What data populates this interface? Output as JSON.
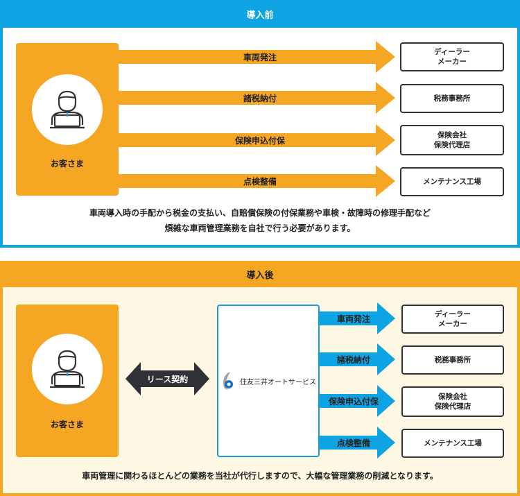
{
  "before": {
    "header": "導入前",
    "customer_label": "お客さま",
    "arrows": [
      "車両発注",
      "諸税納付",
      "保険申込付保",
      "点検整備"
    ],
    "targets": [
      "ディーラー\nメーカー",
      "税務事務所",
      "保険会社\n保険代理店",
      "メンテナンス工場"
    ],
    "note_line1": "車両導入時の手配から税金の支払い、自賠償保険の付保業務や車検・故障時の修理手配など",
    "note_line2": "煩雑な車両管理業務を自社で行う必要があります。"
  },
  "after": {
    "header": "導入後",
    "customer_label": "お客さま",
    "lease_label": "リース契約",
    "company_name": "住友三井オートサービス",
    "arrows": [
      "車両発注",
      "諸税納付",
      "保険申込付保",
      "点検整備"
    ],
    "targets": [
      "ディーラー\nメーカー",
      "税務事務所",
      "保険会社\n保険代理店",
      "メンテナンス工場"
    ],
    "note": "車両管理に関わるほとんどの業務を当社が代行しますので、大幅な管理業務の削減となります。"
  },
  "colors": {
    "blue": "#0ea3e3",
    "orange": "#f5a623",
    "cream": "#fef7e4",
    "company_border": "#1a9bd7"
  },
  "icons": {
    "customer": "person-at-laptop-icon",
    "lease": "double-arrow-icon",
    "company_logo": "company-logo-icon"
  }
}
